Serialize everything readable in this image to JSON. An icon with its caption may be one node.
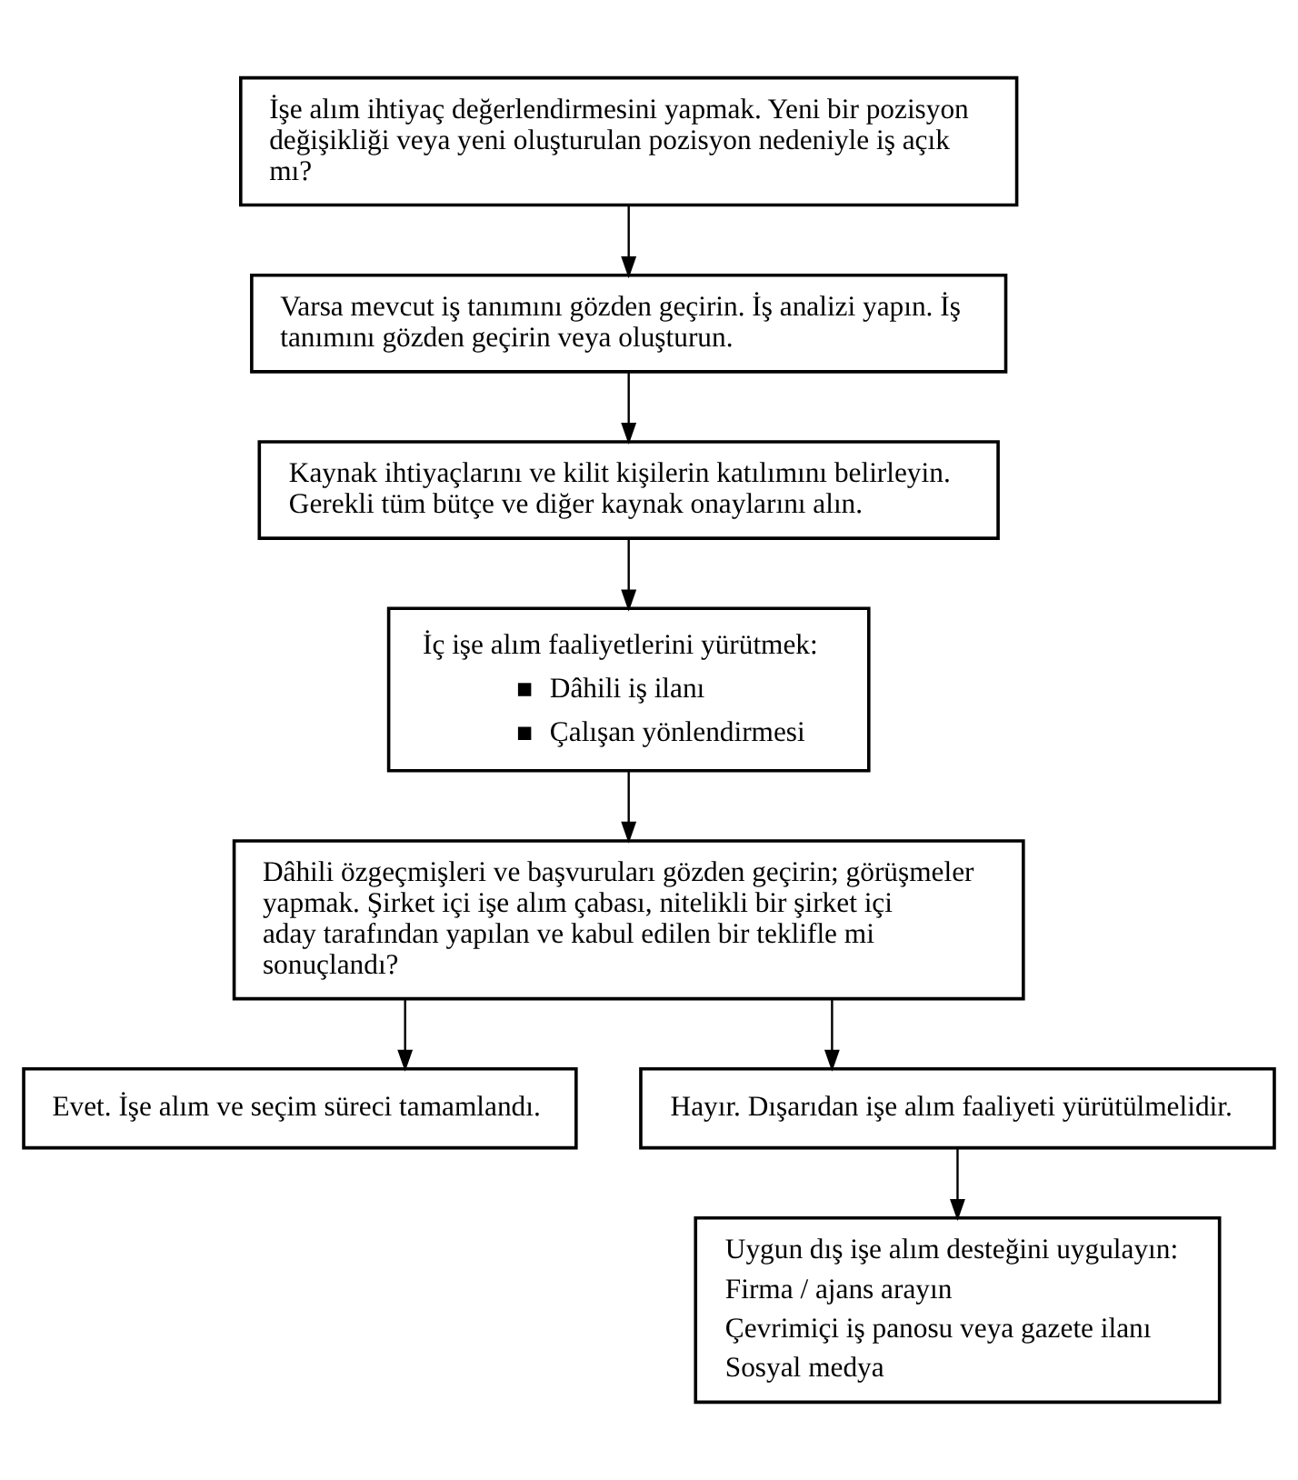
{
  "diagram": {
    "nodes": [
      {
        "text": [
          "İşe alım ihtiyaç değerlendirmesini yapmak. Yeni bir pozisyon değişikliği veya yeni oluşturulan pozisyon nedeniyle iş açık mı?"
        ]
      },
      {
        "text": [
          "Varsa mevcut iş tanımını gözden geçirin. İş analizi yapın. İş tanımını gözden geçirin veya oluşturun."
        ]
      },
      {
        "text": [
          "Kaynak ihtiyaçlarını ve kilit kişilerin katılımını belirleyin. Gerekli tüm bütçe ve diğer kaynak onaylarını alın."
        ]
      },
      {
        "text": [
          "İç işe alım faaliyetlerini yürütmek:",
          "Dâhili iş ilanı",
          "Çalışan yönlendirmesi"
        ]
      },
      {
        "text": [
          "Dâhili özgeçmişleri ve başvuruları gözden geçirin; görüşmeler yapmak. Şirket içi işe alım çabası, nitelikli bir şirket içi aday tarafından yapılan ve kabul edilen bir teklifle mi sonuçlandı?"
        ]
      },
      {
        "text": [
          "Evet. İşe alım ve seçim süreci tamamlandı."
        ]
      },
      {
        "text": [
          "Hayır. Dışarıdan işe alım faaliyeti yürütülmelidir."
        ]
      },
      {
        "text": [
          "Uygun dış işe alım desteğini uygulayın:",
          "Firma / ajans arayın",
          "Çevrimiçi iş panosu veya gazete ilanı",
          "Sosyal medya"
        ]
      }
    ],
    "edges": [
      {
        "from": 0,
        "to": 1,
        "arrow": "to"
      },
      {
        "from": 1,
        "to": 2,
        "arrow": "to"
      },
      {
        "from": 2,
        "to": 3,
        "arrow": "to"
      },
      {
        "from": 3,
        "to": 4,
        "arrow": "to"
      },
      {
        "from": 4,
        "to": 5,
        "arrow": "to"
      },
      {
        "from": 4,
        "to": 6,
        "arrow": "to"
      },
      {
        "from": 6,
        "to": 7,
        "arrow": "to"
      }
    ]
  }
}
